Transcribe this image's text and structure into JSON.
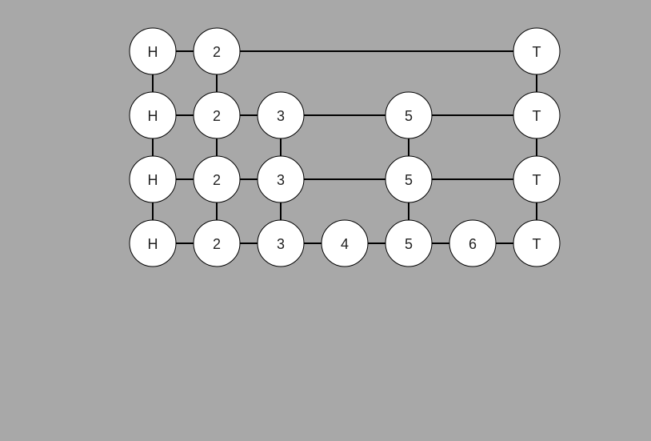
{
  "diagram": {
    "background": "#a8a8a8",
    "node_fill": "#ffffff",
    "line_color": "#000000",
    "text_color": "#222222",
    "levels": [
      [
        "H",
        "2",
        "T"
      ],
      [
        "H",
        "2",
        "3",
        "5",
        "T"
      ],
      [
        "H",
        "2",
        "3",
        "5",
        "T"
      ],
      [
        "H",
        "2",
        "3",
        "4",
        "5",
        "6",
        "T"
      ]
    ]
  }
}
